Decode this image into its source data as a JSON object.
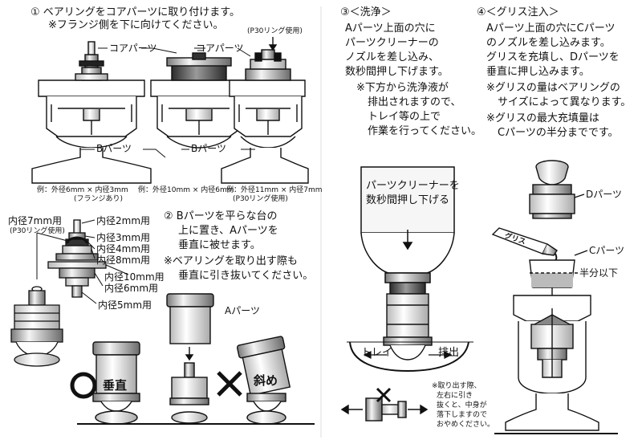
{
  "section1": {
    "title": "① ベアリングをコアパーツに取り付けます。",
    "note": "※フランジ側を下に向けてください。",
    "core_label_1": "コアパーツ",
    "core_label_2": "コアパーツ",
    "p30_label": "(P30リング使用)",
    "b_label_1": "Bパーツ",
    "b_label_2": "Bパーツ",
    "example_1": "例：外径6mm × 内径3mm",
    "example_1_note": "(フランジあり)",
    "example_2": "例：外径10mm × 内径6mm",
    "example_3": "例：外径11mm × 内径7mm",
    "example_3_note": "(P30リング使用)"
  },
  "section2": {
    "title": "② Bパーツを平らな台の",
    "line2": "上に置き、Aパーツを",
    "line3": "垂直に被せます。",
    "note1": "※ベアリングを取り出す際も",
    "note2": "垂直に引き抜いてください。",
    "a_label": "Aパーツ",
    "vertical": "垂直",
    "diagonal": "斜め"
  },
  "sizes": {
    "d7": "内径7mm用",
    "d7_note": "(P30リング使用)",
    "d2": "内径2mm用",
    "d3": "内径3mm用",
    "d4": "内径4mm用",
    "d8": "内径8mm用",
    "d10": "内径10mm用",
    "d6": "内径6mm用",
    "d5": "内径5mm用"
  },
  "section3": {
    "title": "③＜洗浄＞",
    "line1": "Aパーツ上面の穴に",
    "line2": "パーツクリーナーの",
    "line3": "ノズルを差し込み、",
    "line4": "数秒間押し下げます。",
    "note1": "※下方から洗浄液が",
    "note2": "排出されますので、",
    "note3": "トレイ等の上で",
    "note4": "作業を行ってください。",
    "can_line1": "パーツクリーナーを",
    "can_line2": "数秒間押し下げる",
    "tray": "トレイ",
    "drain": "排出",
    "warn1": "※取り出す際、",
    "warn2": "左右に引き",
    "warn3": "抜くと、中身が",
    "warn4": "落下しますので",
    "warn5": "おやめください。"
  },
  "section4": {
    "title": "④＜グリス注入＞",
    "line1": "Aパーツ上面の穴にCパーツ",
    "line2": "のノズルを差し込みます。",
    "line3": "グリスを充填し、Dパーツを",
    "line4": "垂直に押し込みます。",
    "note1": "※グリスの量はベアリングの",
    "note2": "サイズによって異なります。",
    "note3": "※グリスの最大充填量は",
    "note4": "Cパーツの半分までです。",
    "d_label": "Dパーツ",
    "grease": "グリス",
    "c_label": "Cパーツ",
    "half": "半分以下"
  }
}
